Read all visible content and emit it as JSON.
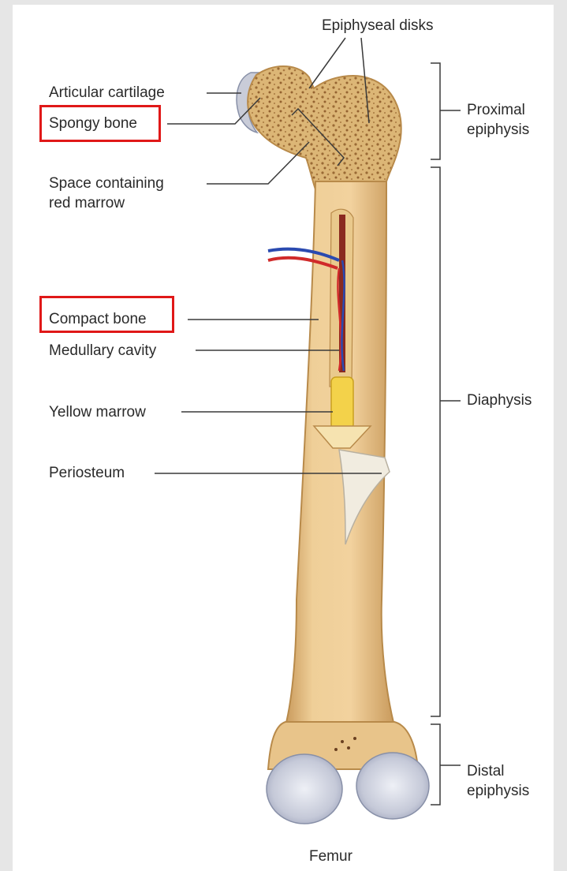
{
  "labels": {
    "epiphyseal_disks": "Epiphyseal disks",
    "articular_cartilage": "Articular cartilage",
    "spongy_bone": "Spongy bone",
    "space_containing_1": "Space containing",
    "space_containing_2": "red marrow",
    "compact_bone": "Compact bone",
    "medullary_cavity": "Medullary cavity",
    "yellow_marrow": "Yellow marrow",
    "periosteum": "Periosteum",
    "proximal_1": "Proximal",
    "proximal_2": "epiphysis",
    "diaphysis": "Diaphysis",
    "distal_1": "Distal",
    "distal_2": "epiphysis",
    "caption": "Femur"
  },
  "colors": {
    "bone": "#e8c48a",
    "bone_shadow": "#c89a5a",
    "spongy": "#d9b070",
    "cartilage": "#c9ccd8",
    "yellow_marrow": "#f3d24a",
    "red_marrow": "#8a2a20",
    "artery": "#d02a2a",
    "vein": "#2a4ab0",
    "highlight": "#e01818"
  },
  "highlighted": [
    "Spongy bone",
    "Compact bone"
  ]
}
